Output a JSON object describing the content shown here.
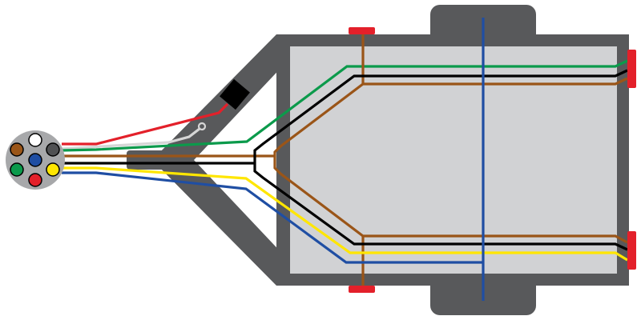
{
  "diagram": {
    "subject": "trailer-7-pin-wiring",
    "colors": {
      "frame": "#58595b",
      "bed": "#d1d2d4",
      "connector": "#a7a8aa",
      "lights": "#e3202a",
      "wire_red": "#e3202a",
      "wire_white": "#d6d6d6",
      "wire_green": "#0b9a4b",
      "wire_brown": "#9a5518",
      "wire_black": "#000000",
      "wire_yellow": "#ffe600",
      "wire_blue": "#1f4ea3",
      "pin_dark": "#505153"
    },
    "connector_pins": [
      "white",
      "brown",
      "dark-gray",
      "blue",
      "green",
      "yellow",
      "red"
    ],
    "icons": [
      "connector-plug-icon",
      "breakaway-box-icon",
      "ground-ring-icon",
      "marker-light-icon",
      "tail-light-icon"
    ]
  }
}
